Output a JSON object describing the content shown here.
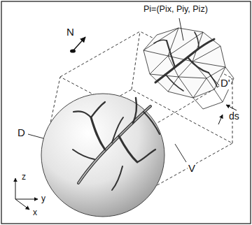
{
  "diagram": {
    "labels": [
      "Pi=(Pix, Piy, Piz)",
      "N",
      "D'",
      "ds",
      "D",
      "V",
      "z",
      "y",
      "x"
    ]
  }
}
